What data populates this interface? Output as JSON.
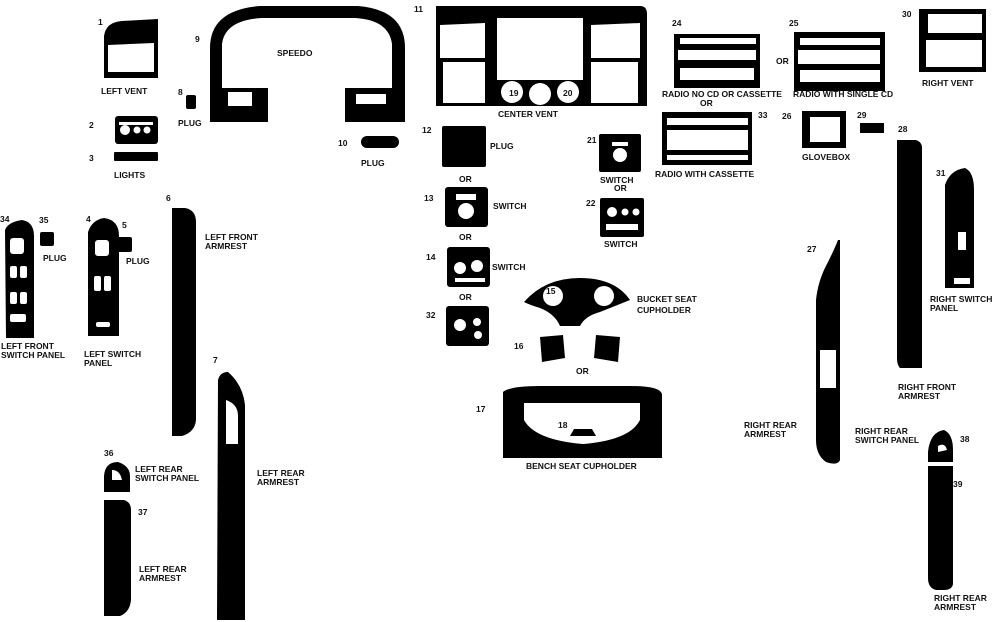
{
  "parts": [
    {
      "number": "1"
    },
    {
      "number": "9"
    },
    {
      "number": "8"
    },
    {
      "number": "2"
    },
    {
      "number": "3"
    },
    {
      "number": "10"
    },
    {
      "number": "11"
    },
    {
      "number": "19"
    },
    {
      "number": "20"
    },
    {
      "number": "24"
    },
    {
      "number": "25"
    },
    {
      "number": "30"
    },
    {
      "number": "12"
    },
    {
      "number": "33"
    },
    {
      "number": "26"
    },
    {
      "number": "29"
    },
    {
      "number": "28"
    },
    {
      "number": "21"
    },
    {
      "number": "22"
    },
    {
      "number": "13"
    },
    {
      "number": "14"
    },
    {
      "number": "32"
    },
    {
      "number": "6"
    },
    {
      "number": "34"
    },
    {
      "number": "35"
    },
    {
      "number": "4"
    },
    {
      "number": "5"
    },
    {
      "number": "15"
    },
    {
      "number": "16"
    },
    {
      "number": "17"
    },
    {
      "number": "18"
    },
    {
      "number": "7"
    },
    {
      "number": "36"
    },
    {
      "number": "37"
    },
    {
      "number": "27"
    },
    {
      "number": "31"
    },
    {
      "number": "38"
    },
    {
      "number": "39"
    }
  ],
  "labels": {
    "left_vent": "LEFT VENT",
    "speedo": "SPEEDO",
    "plug": "PLUG",
    "lights": "LIGHTS",
    "center_vent": "CENTER VENT",
    "radio_no_cd_or_cassette": "RADIO NO CD OR CASSETTE",
    "radio_with_single_cd": "RADIO WITH SINGLE CD",
    "radio_with_cassette": "RADIO WITH CASSETTE",
    "right_vent": "RIGHT VENT",
    "glovebox": "GLOVEBOX",
    "or": "OR",
    "switch": "SWITCH",
    "bucket_seat": "BUCKET SEAT",
    "cupholder": "CUPHOLDER",
    "bench_seat_cupholder": "BENCH SEAT CUPHOLDER",
    "left_front": "LEFT FRONT",
    "armrest": "ARMREST",
    "switch_panel": "SWITCH PANEL",
    "left_switch": "LEFT SWITCH",
    "panel": "PANEL",
    "left_rear": "LEFT REAR",
    "right_rear": "RIGHT REAR",
    "right_front": "RIGHT  FRONT",
    "right_switch": "RIGHT  SWITCH"
  }
}
